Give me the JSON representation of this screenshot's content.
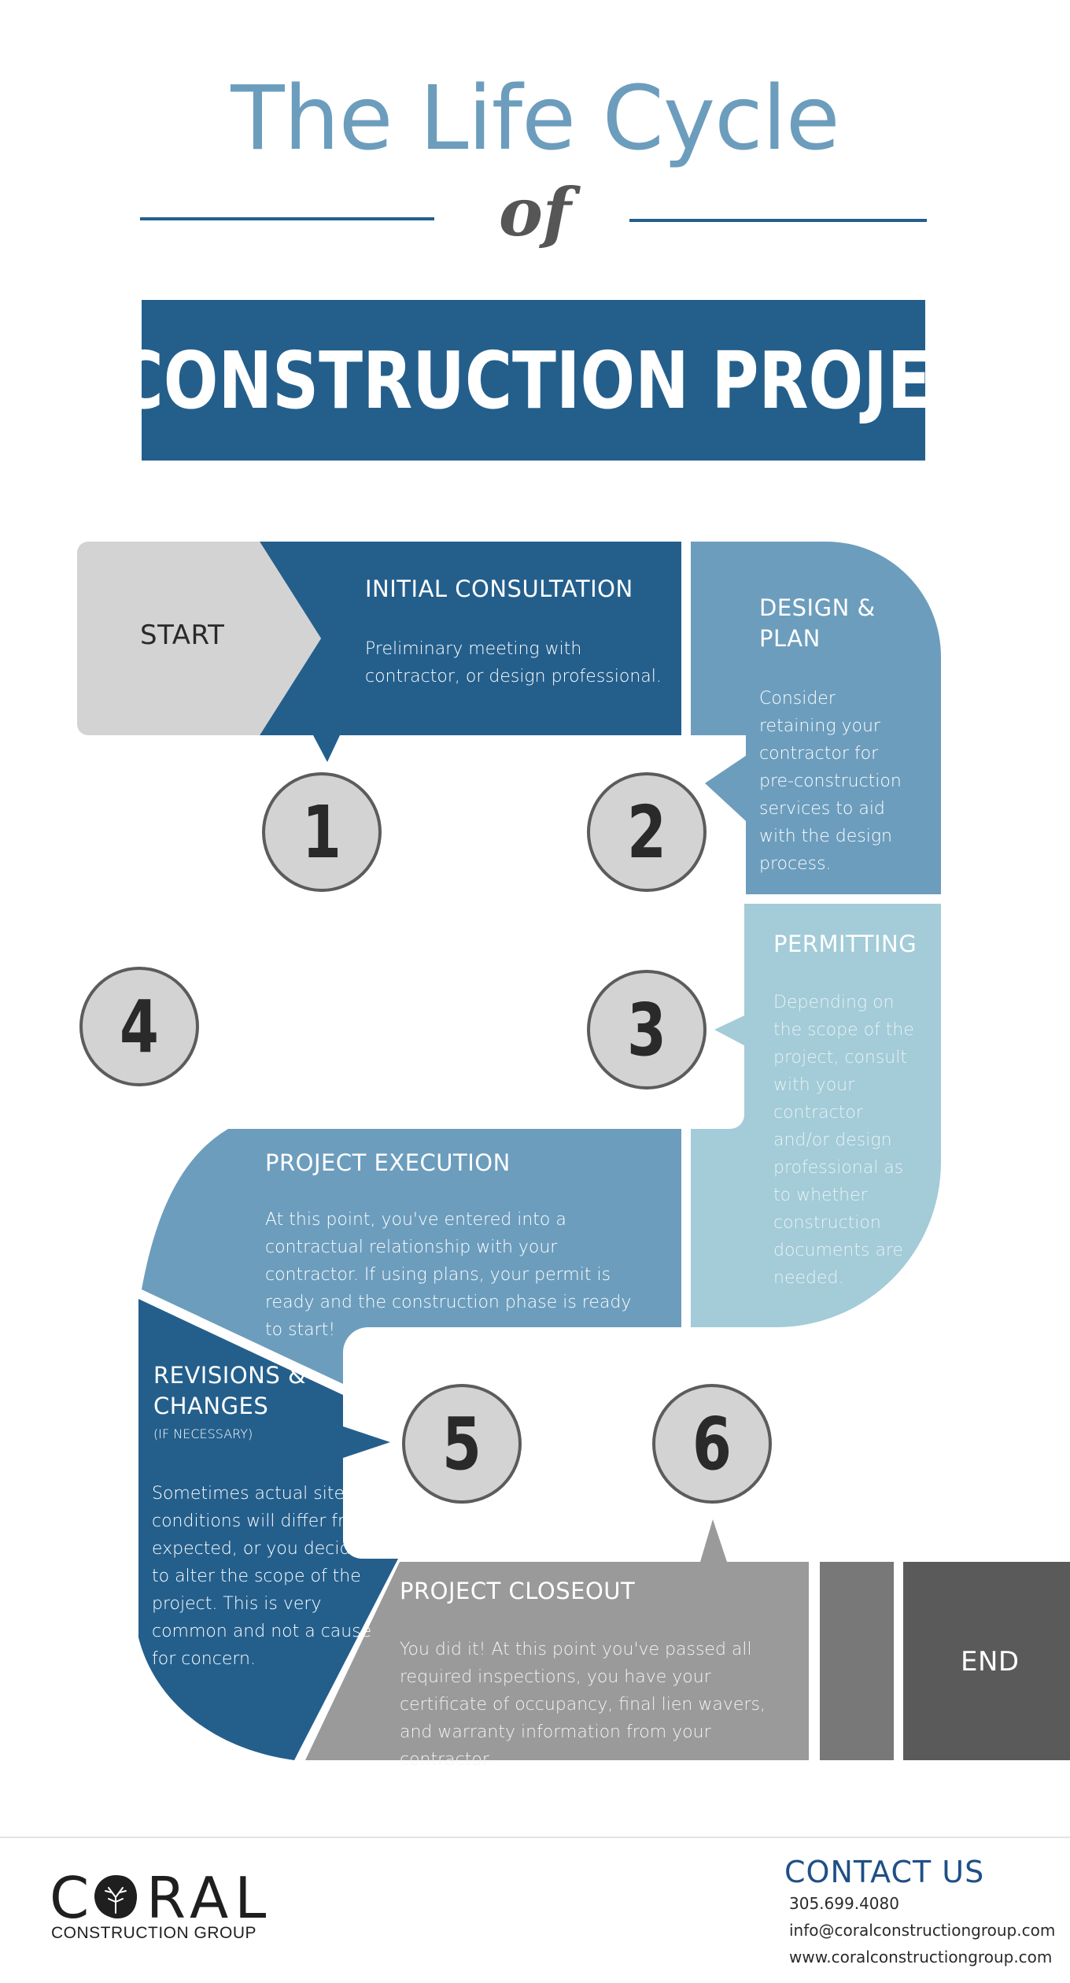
{
  "header": {
    "title": "The Life Cycle",
    "connector": "of",
    "banner": "A CONSTRUCTION PROJECT"
  },
  "flow": {
    "start_label": "START",
    "end_label": "END",
    "steps": [
      {
        "number": "1",
        "title": "INITIAL CONSULTATION",
        "body": "Preliminary meeting with contractor, or design professional."
      },
      {
        "number": "2",
        "title": "DESIGN & PLAN",
        "body": "Consider retaining your contractor for pre-construction services to aid with the design process."
      },
      {
        "number": "3",
        "title": "PERMITTING",
        "body": "Depending on the scope of the project, consult with your contractor and/or design professional as to whether construction documents are needed."
      },
      {
        "number": "4",
        "title": "PROJECT EXECUTION",
        "body": "At this point, you've entered into a contractual relationship with your contractor. If using plans, your permit is ready and the construction phase is ready to start!"
      },
      {
        "number": "5",
        "title": "REVISIONS & CHANGES",
        "subtitle": "(IF NECESSARY)",
        "body": "Sometimes actual site conditions will differ from expected, or you decide to alter the scope of the project. This is very common and not a cause for concern."
      },
      {
        "number": "6",
        "title": "PROJECT CLOSEOUT",
        "body": "You did it! At this point you've passed all required inspections, you have your certificate of occupancy, final lien wavers, and warranty information from your contractor."
      }
    ],
    "colors": {
      "dark_blue": "#245f8c",
      "mid_blue": "#6c9dbd",
      "light_blue": "#a3cbd8",
      "grey_start": "#d3d3d3",
      "grey_closeout": "#9a9a9a",
      "grey_mid": "#787878",
      "grey_end": "#5a5a5a"
    }
  },
  "footer": {
    "logo_word": "CORAL",
    "logo_sub": "CONSTRUCTION GROUP",
    "contact_title": "CONTACT US",
    "phone": "305.699.4080",
    "email": "info@coralconstructiongroup.com",
    "website": "www.coralconstructiongroup.com"
  }
}
